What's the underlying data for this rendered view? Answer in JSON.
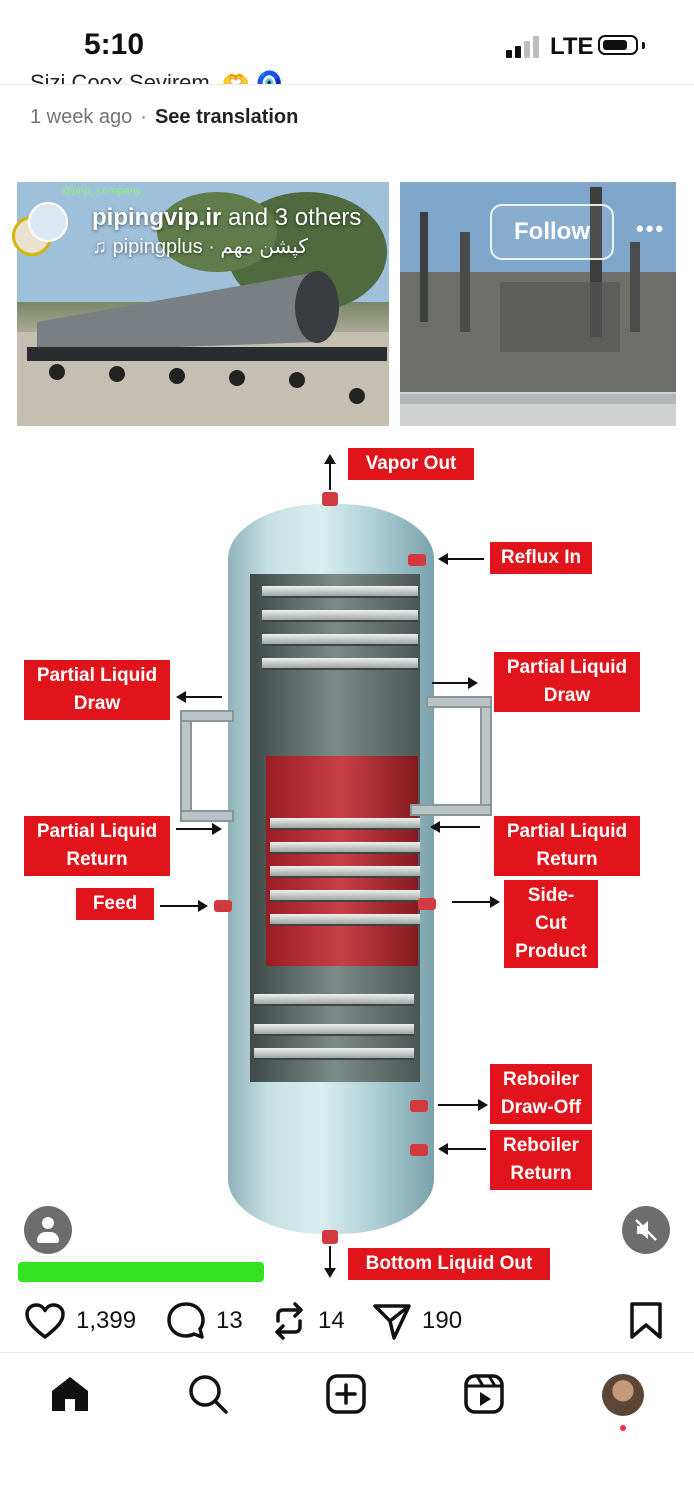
{
  "status_bar": {
    "time": "5:10",
    "network": "LTE"
  },
  "post_header": {
    "caption_partial": "Sizi Çoox Sevirem. 🫶 🧿",
    "time_ago": "1 week ago",
    "see_translation": "See translation"
  },
  "media_overlay": {
    "account": "pipingvip.ir",
    "and_others": " and 3 others",
    "audio": "pipingplus · کپشن مهم",
    "follow_label": "Follow",
    "more_label": "•••",
    "watermark": "@pnp_company"
  },
  "diagram_labels": {
    "vapor_out": "Vapor Out",
    "reflux_in": "Reflux In",
    "partial_liquid_draw_left_1": "Partial Liquid",
    "partial_liquid_draw_left_2": "Draw",
    "partial_liquid_draw_right_1": "Partial Liquid",
    "partial_liquid_draw_right_2": "Draw",
    "partial_liquid_return_left_1": "Partial Liquid",
    "partial_liquid_return_left_2": "Return",
    "partial_liquid_return_right_1": "Partial Liquid",
    "partial_liquid_return_right_2": "Return",
    "feed": "Feed",
    "side_cut_1": "Side-Cut",
    "side_cut_2": "Product",
    "reboiler_draw_off_1": "Reboiler",
    "reboiler_draw_off_2": "Draw-Off",
    "reboiler_return_1": "Reboiler",
    "reboiler_return_2": "Return",
    "bottom_liquid_out": "Bottom Liquid Out"
  },
  "actions": {
    "likes": "1,399",
    "comments": "13",
    "reposts": "14",
    "shares": "190"
  },
  "colors": {
    "label_red": "#e1141b",
    "accent_green": "#33e221"
  }
}
